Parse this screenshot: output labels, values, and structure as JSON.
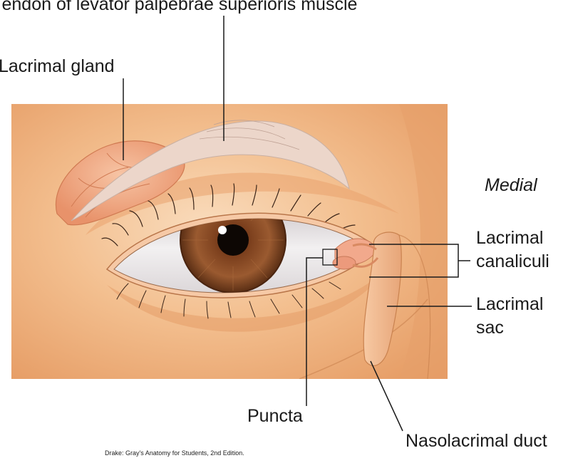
{
  "labels": {
    "tendon": "Tendon of levator palpebrae superioris muscle",
    "gland": "Lacrimal gland",
    "medial": "Medial",
    "canaliculi_1": "Lacrimal",
    "canaliculi_2": "canaliculi",
    "sac_1": "Lacrimal",
    "sac_2": "sac",
    "puncta": "Puncta",
    "duct": "Nasolacrimal duct"
  },
  "caption": "Drake: Gray's Anatomy for Students, 2nd Edition.",
  "colors": {
    "skin": "#f0b27e",
    "skin_light": "#f8d4b0",
    "skin_shadow": "#d98c55",
    "sclera": "#ece9ea",
    "iris": "#8a4a26",
    "pupil": "#0d0704",
    "gland": "#f1a983",
    "tendon": "#e8d2c6",
    "leader_line": "#1a1a1a"
  }
}
